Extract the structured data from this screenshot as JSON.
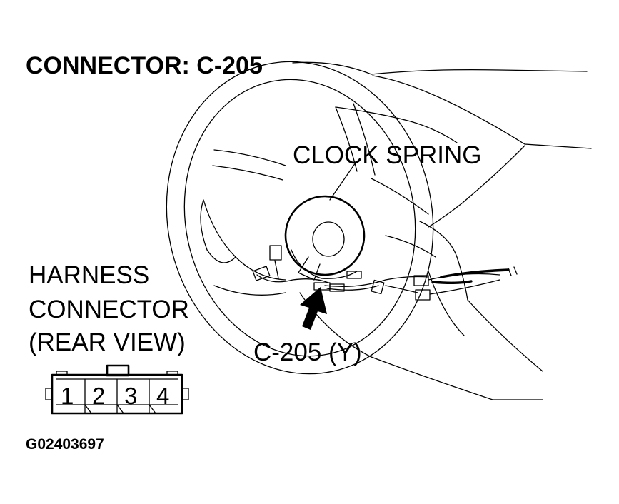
{
  "title": "CONNECTOR: C-205",
  "labels": {
    "clock_spring": "CLOCK SPRING",
    "harness_line1": "HARNESS",
    "harness_line2": "CONNECTOR",
    "harness_line3": "(REAR VIEW)",
    "c205": "C-205 (Y)",
    "figure_id": "G02403697"
  },
  "connector_pins": [
    "1",
    "2",
    "3",
    "4"
  ]
}
